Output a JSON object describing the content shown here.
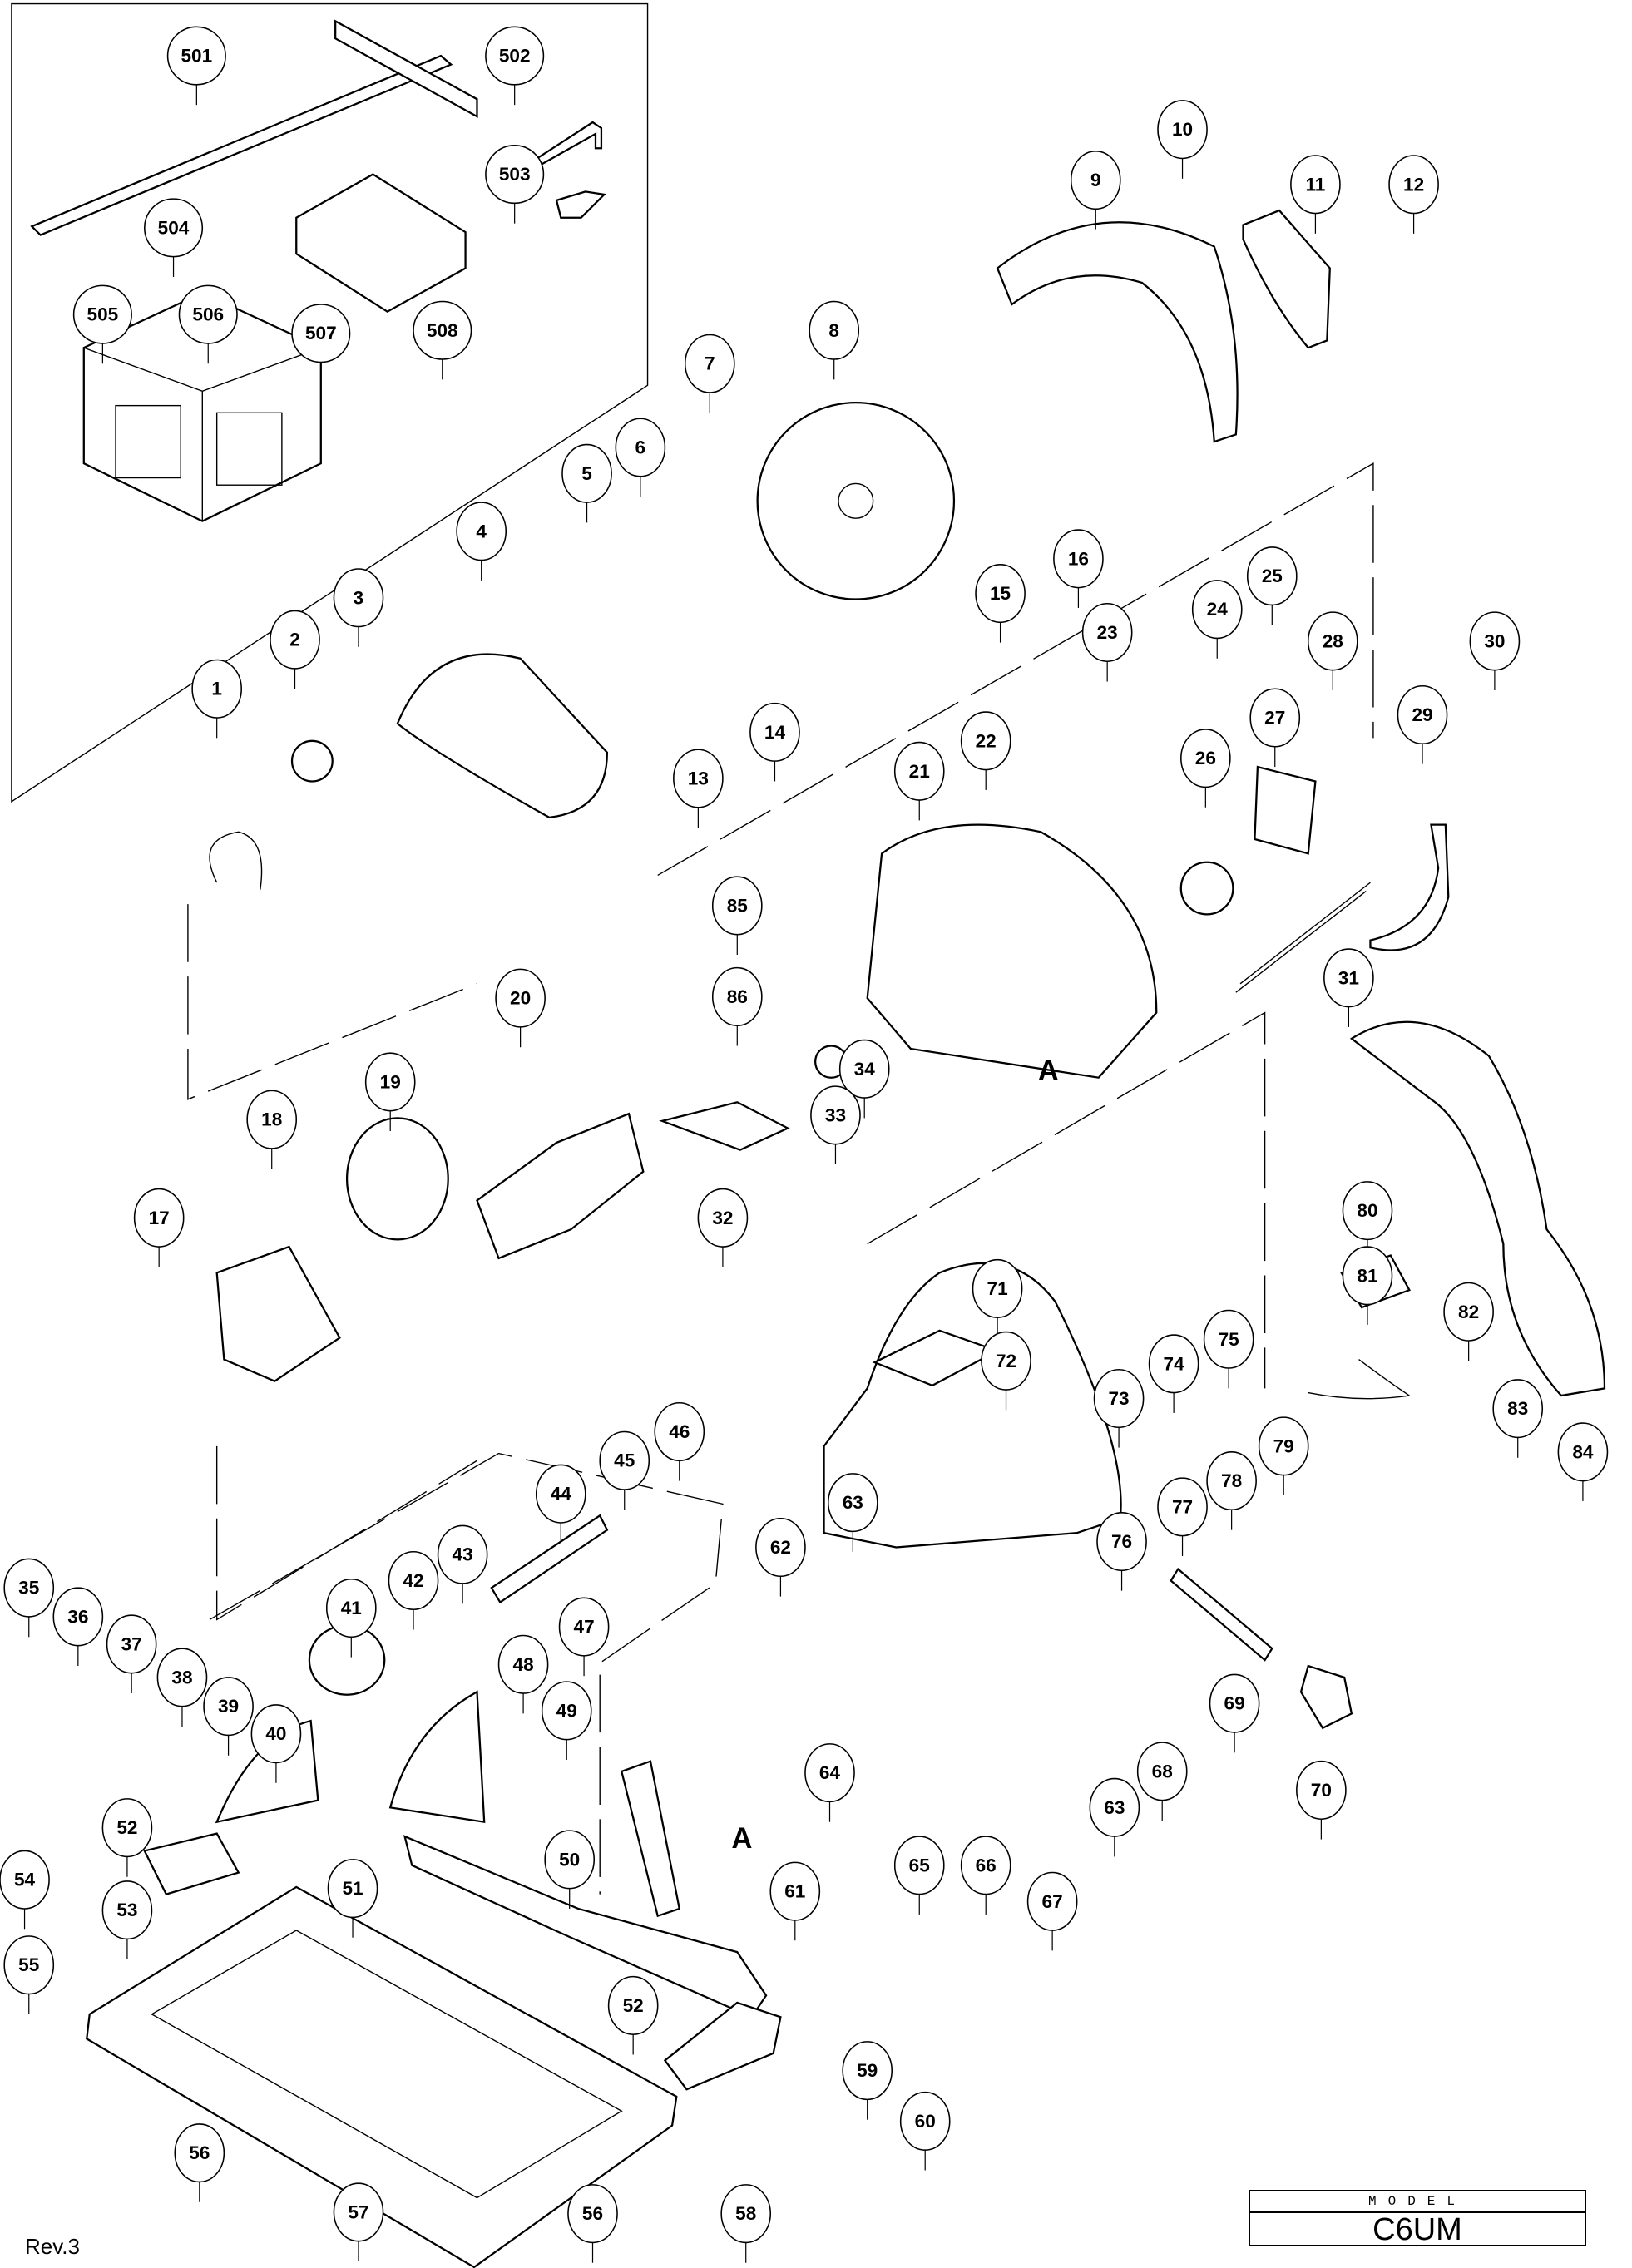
{
  "diagram": {
    "model_label": "MODEL",
    "model_name": "C6UM",
    "revision": "Rev.3",
    "section_marks": [
      "A",
      "A"
    ],
    "callouts": [
      "501",
      "502",
      "503",
      "504",
      "505",
      "506",
      "507",
      "508",
      "10",
      "9",
      "11",
      "12",
      "8",
      "7",
      "6",
      "5",
      "4",
      "3",
      "16",
      "15",
      "24",
      "25",
      "2",
      "1",
      "14",
      "13",
      "23",
      "28",
      "30",
      "22",
      "21",
      "27",
      "29",
      "26",
      "85",
      "86",
      "31",
      "20",
      "34",
      "33",
      "32",
      "19",
      "18",
      "17",
      "80",
      "81",
      "82",
      "83",
      "84",
      "71",
      "72",
      "73",
      "74",
      "75",
      "79",
      "78",
      "77",
      "76",
      "63",
      "62",
      "44",
      "45",
      "46",
      "43",
      "42",
      "41",
      "47",
      "35",
      "36",
      "37",
      "38",
      "39",
      "40",
      "48",
      "49",
      "64",
      "65",
      "66",
      "67",
      "68",
      "63",
      "69",
      "70",
      "52",
      "54",
      "53",
      "55",
      "51",
      "50",
      "61",
      "52",
      "59",
      "60",
      "56",
      "57",
      "56",
      "58"
    ]
  }
}
